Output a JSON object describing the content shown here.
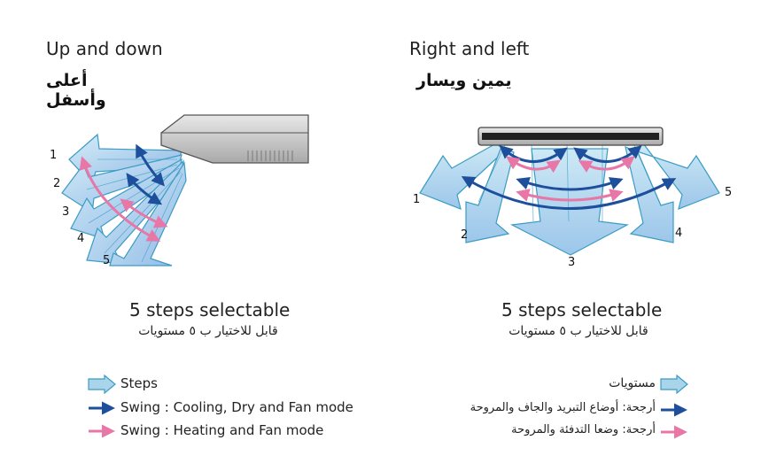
{
  "left": {
    "title_en": "Up and down",
    "title_ar": "أعلى وأسفل",
    "step_numbers": [
      "1",
      "2",
      "3",
      "4",
      "5"
    ],
    "caption_en": "5 steps selectable",
    "caption_ar": "قابل للاختيار ب ٥ مستويات"
  },
  "right": {
    "title_en": "Right and left",
    "title_ar": "يمين ويسار",
    "step_numbers": [
      "1",
      "2",
      "3",
      "4",
      "5"
    ],
    "caption_en": "5 steps selectable",
    "caption_ar": "قابل للاختيار ب ٥ مستويات"
  },
  "legend_en": [
    {
      "icon": "steps-arrow-icon",
      "label": "Steps"
    },
    {
      "icon": "blue-arrow-icon",
      "label": "Swing : Cooling, Dry and Fan mode"
    },
    {
      "icon": "pink-arrow-icon",
      "label": "Swing : Heating and Fan mode"
    }
  ],
  "legend_ar": [
    {
      "icon": "steps-arrow-icon",
      "label": "مستويات"
    },
    {
      "icon": "blue-arrow-icon",
      "label": "أرجحة: أوضاع التبريد والجاف والمروحة"
    },
    {
      "icon": "pink-arrow-icon",
      "label": "أرجحة: وضعا التدفئة والمروحة"
    }
  ],
  "colors": {
    "steps_fill": "#a9d4ea",
    "steps_stroke": "#3a9cc4",
    "cooling_swing": "#1e4f9c",
    "heating_swing": "#e877a8",
    "unit_body": "#c8c8c8"
  }
}
